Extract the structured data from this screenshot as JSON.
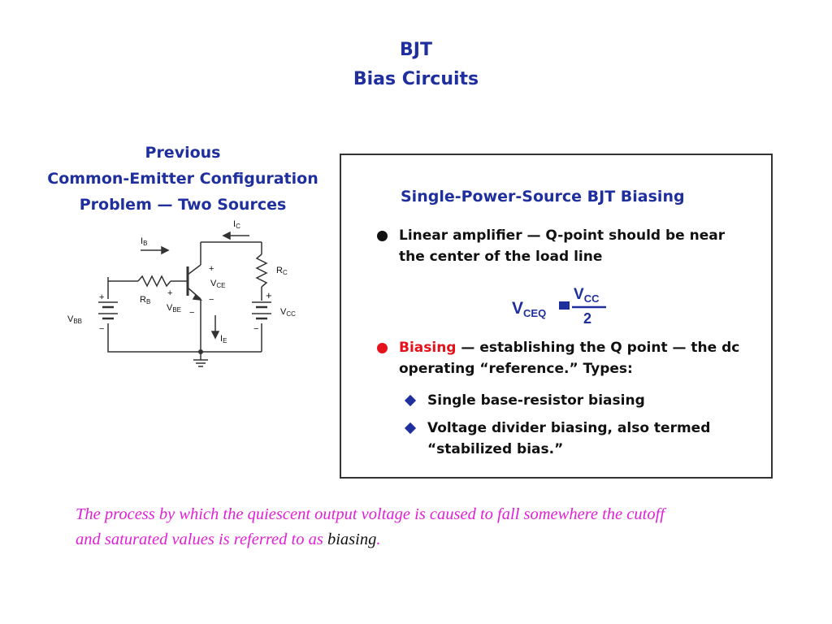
{
  "title": {
    "line1": "BJT",
    "line2": "Bias Circuits"
  },
  "left_heading": {
    "line1": "Previous",
    "line2": "Common-Emitter Configuration",
    "line3": "Problem — Two Sources"
  },
  "circuit": {
    "labels": {
      "ic": "I",
      "ic_sub": "C",
      "ib": "I",
      "ib_sub": "B",
      "ie": "I",
      "ie_sub": "E",
      "rb": "R",
      "rb_sub": "B",
      "rc": "R",
      "rc_sub": "C",
      "vce": "V",
      "vce_sub": "CE",
      "vbe": "V",
      "vbe_sub": "BE",
      "vbb": "V",
      "vbb_sub": "BB",
      "vcc": "V",
      "vcc_sub": "CC",
      "plus": "+",
      "minus": "−"
    }
  },
  "panel": {
    "title": "Single-Power-Source BJT Biasing",
    "bullet1": {
      "text": "Linear amplifier — Q-point should be near the center of the load line",
      "color": "#111111"
    },
    "formula": {
      "lhs": "V",
      "lhs_sub": "CEQ",
      "numerator": "V",
      "numerator_sub": "CC",
      "denominator": "2"
    },
    "bullet2": {
      "highlight": "Biasing",
      "text": " — establishing the Q point — the dc operating “reference.” Types:",
      "color": "#e3121b"
    },
    "sub_items": [
      "Single base-resistor biasing",
      "Voltage divider biasing, also termed “stabilized bias.”"
    ]
  },
  "caption": {
    "text": "The process by which the quiescent output voltage is caused to fall somewhere the cutoff and saturated values is referred to as ",
    "term": "biasing",
    "end": "."
  },
  "colors": {
    "heading_blue": "#1f2f9e",
    "caption_magenta": "#e020d6",
    "highlight_red": "#e3121b"
  }
}
